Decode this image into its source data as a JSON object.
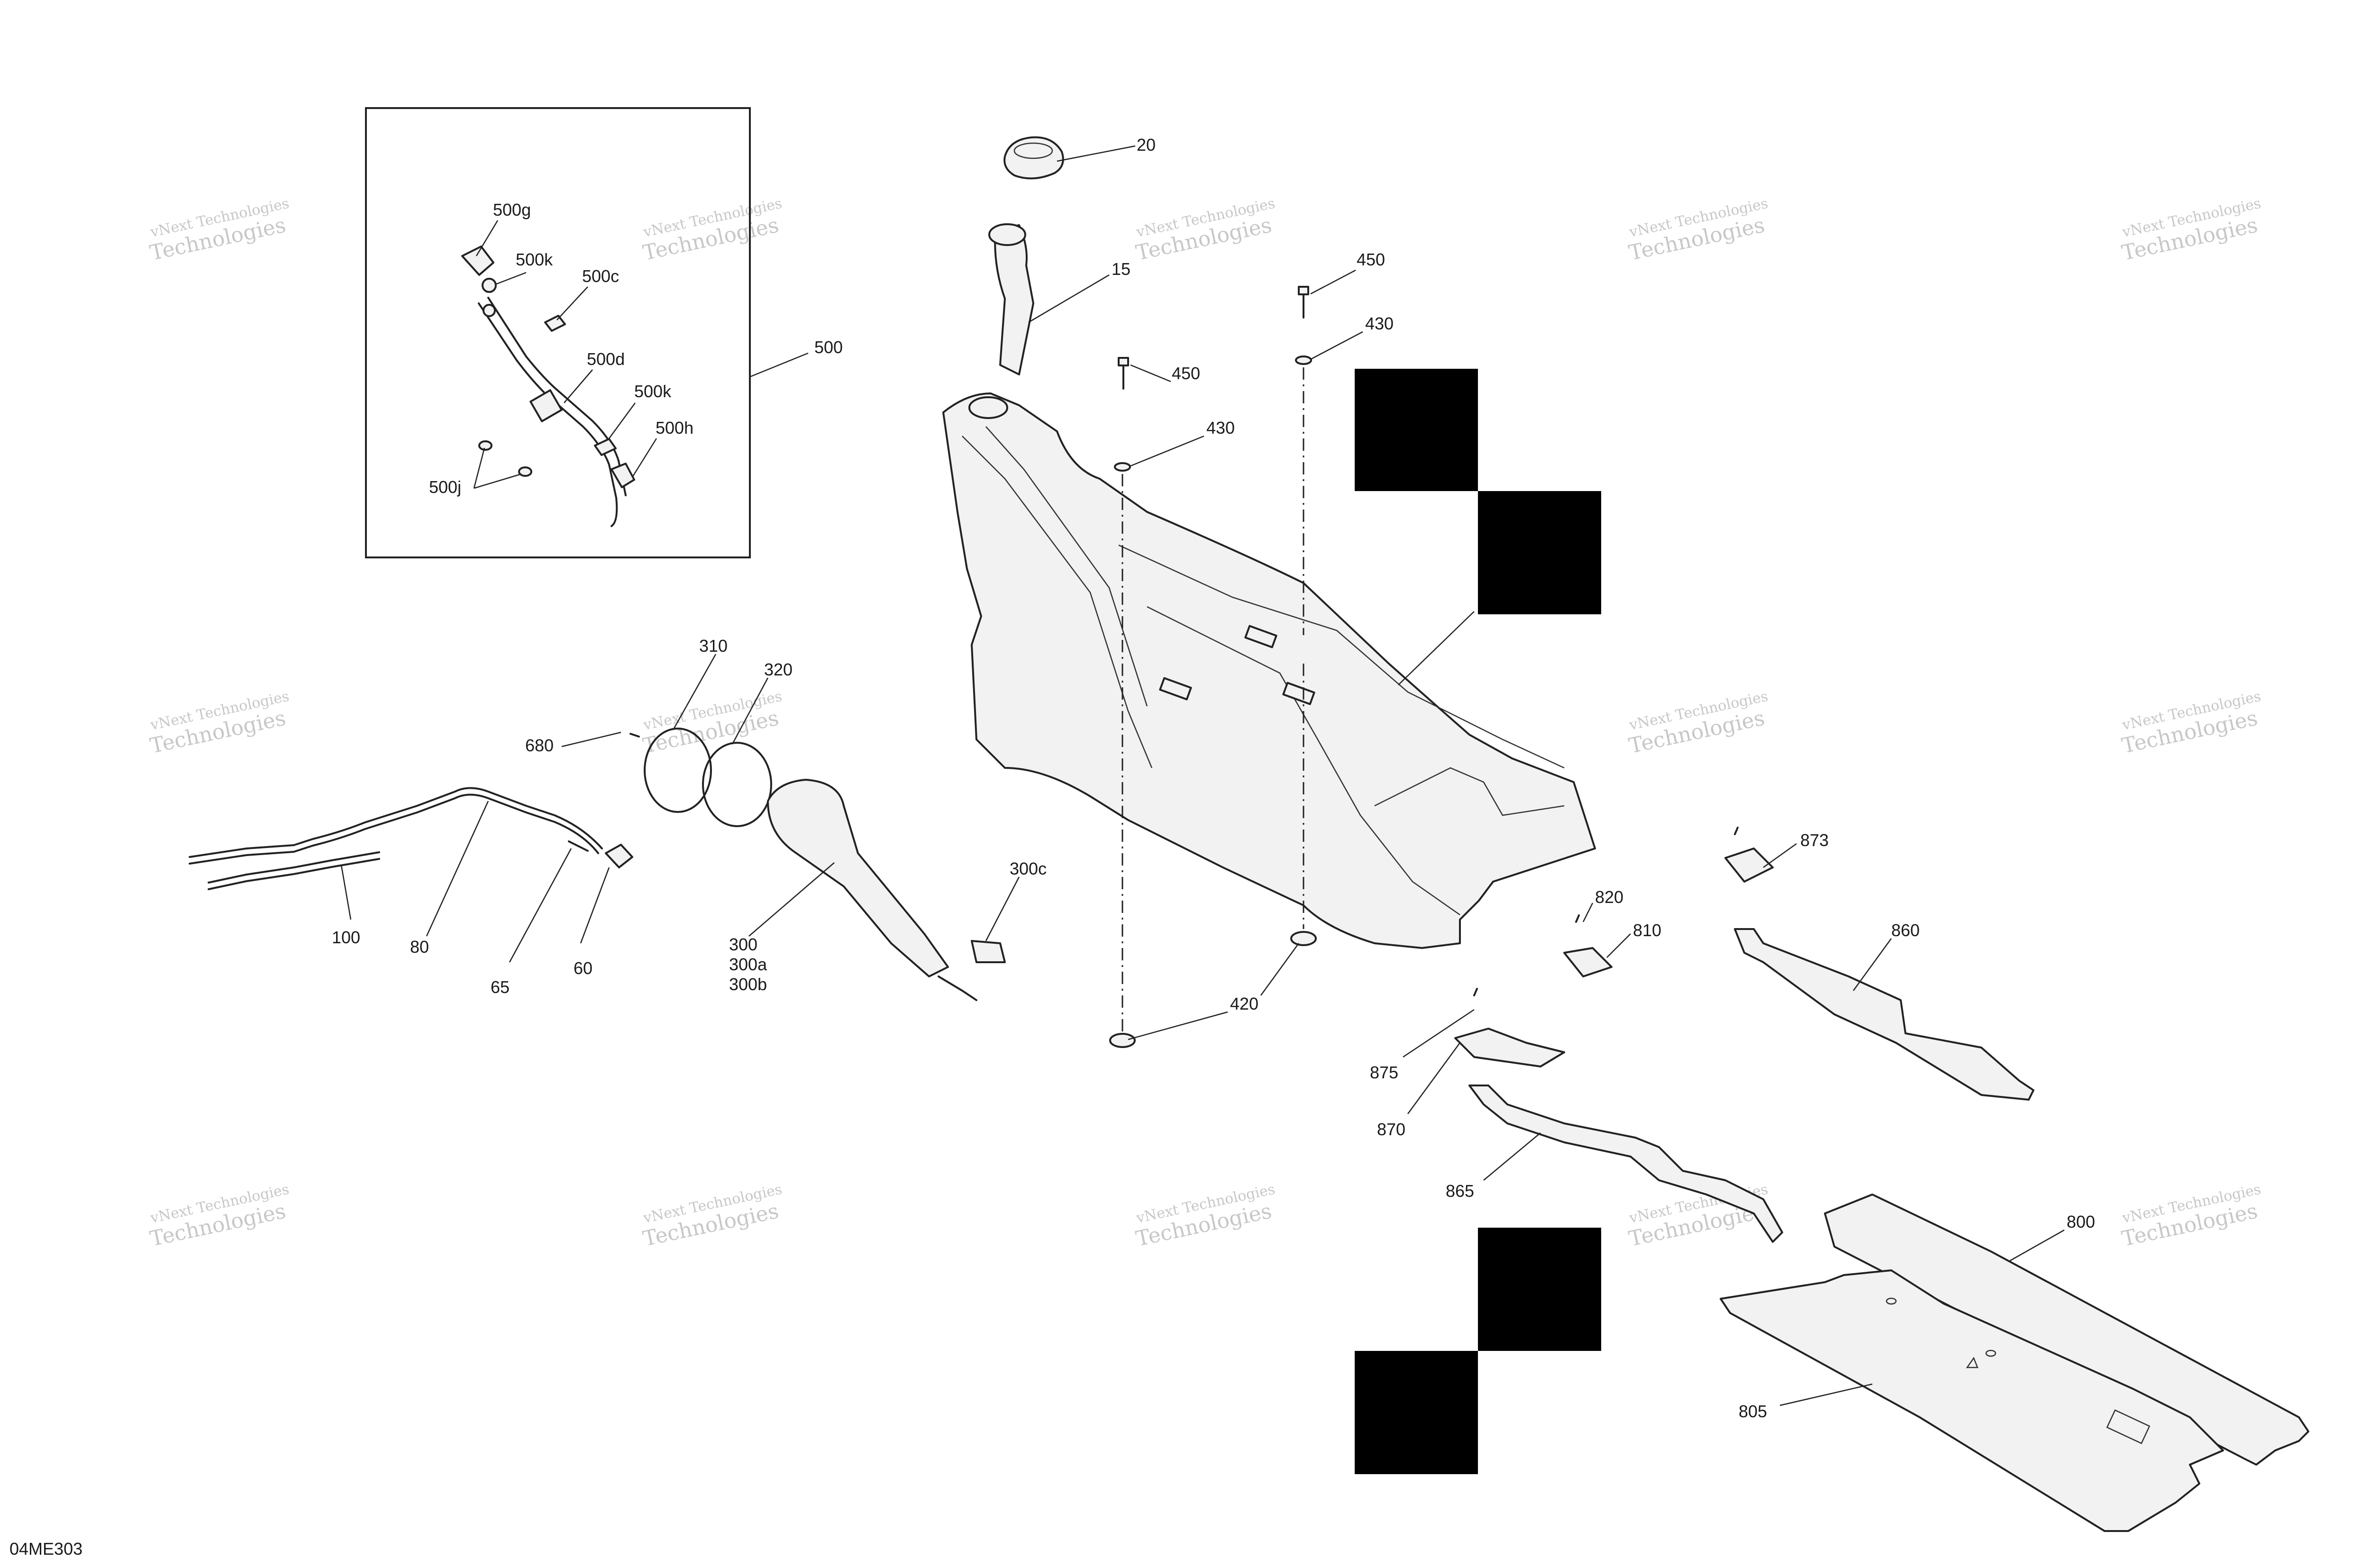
{
  "watermark": {
    "line1": "vNext Technologies",
    "line2": "Technologies"
  },
  "figure_code": "04ME303",
  "callouts": {
    "c20": "20",
    "c15": "15",
    "c450a": "450",
    "c430a": "430",
    "c450b": "450",
    "c430b": "430",
    "c500": "500",
    "c500g": "500g",
    "c500k_top": "500k",
    "c500c": "500c",
    "c500d": "500d",
    "c500k_bot": "500k",
    "c500h": "500h",
    "c500j": "500j",
    "c310": "310",
    "c320": "320",
    "c680": "680",
    "c300c": "300c",
    "c300": "300",
    "c300a": "300a",
    "c300b": "300b",
    "c100": "100",
    "c80": "80",
    "c65": "65",
    "c60": "60",
    "c420": "420",
    "c873": "873",
    "c860": "860",
    "c820": "820",
    "c810": "810",
    "c875": "875",
    "c870": "870",
    "c865": "865",
    "c800": "800",
    "c805": "805"
  }
}
